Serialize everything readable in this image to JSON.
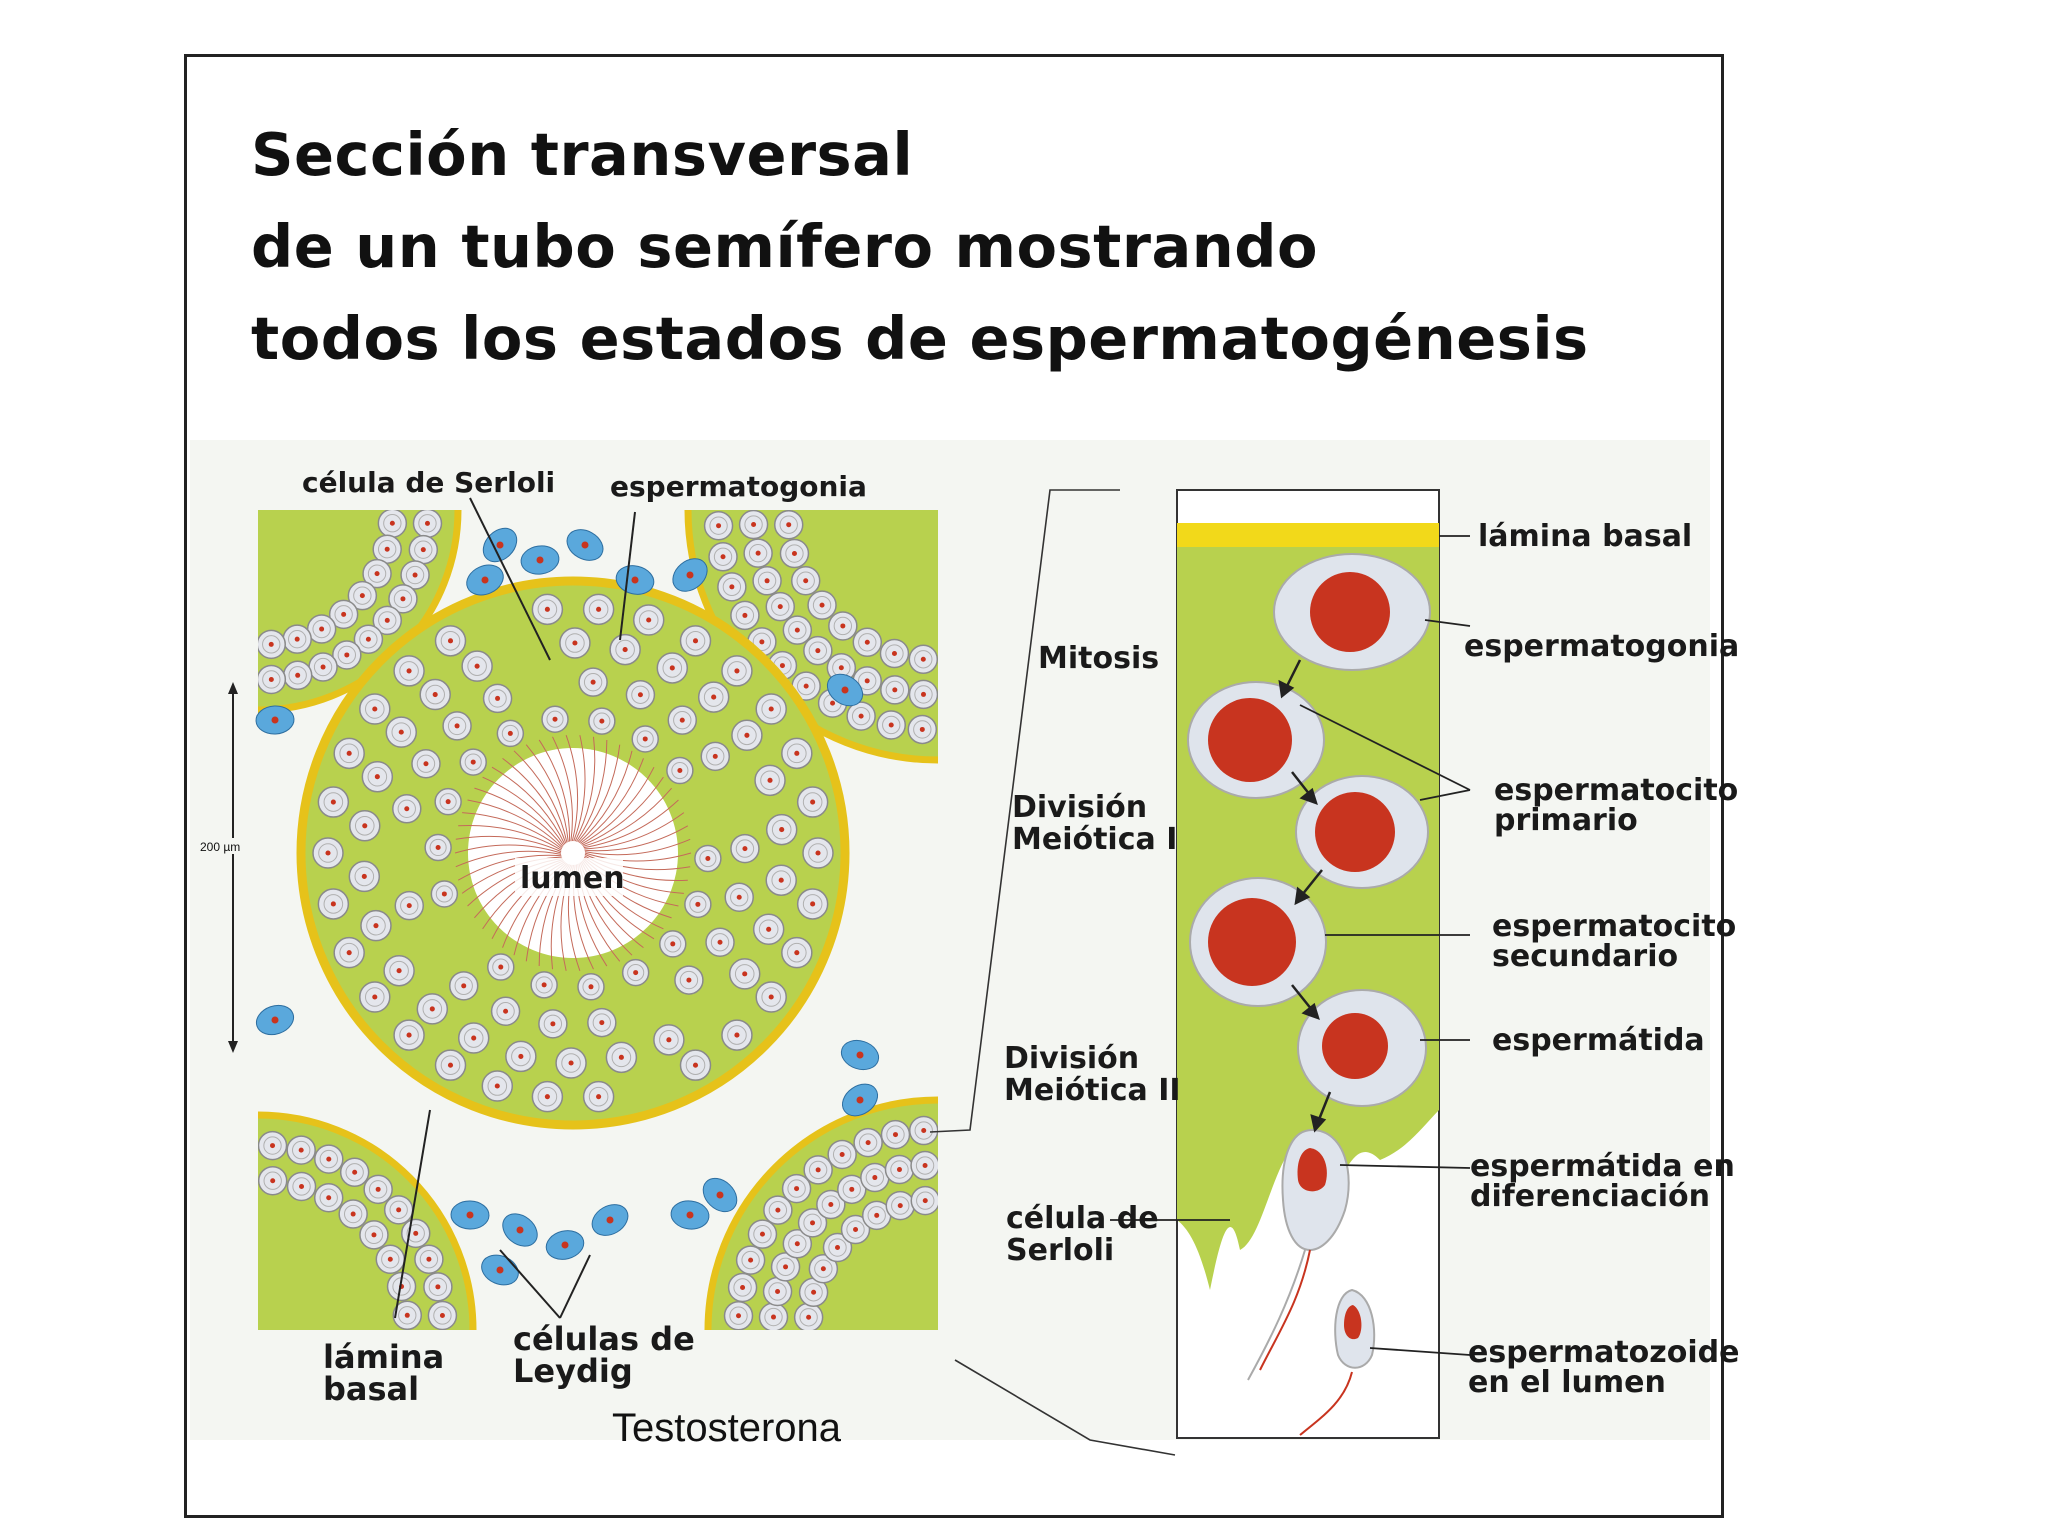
{
  "title": {
    "line1": "Sección transversal",
    "line2": "de un tubo semífero mostrando",
    "line3": "todos los estados de espermatogénesis"
  },
  "cross_section": {
    "labels": {
      "sertoli": "célula de Serloli",
      "spermatogonia": "espermatogonia",
      "lumen": "lumen",
      "scale": "200 µm",
      "basal_line1": "lámina",
      "basal_line2": "basal",
      "leydig_line1": "células de",
      "leydig_line2": "Leydig"
    }
  },
  "detail": {
    "stages": {
      "mitosis": "Mitosis",
      "meiosis1_line1": "División",
      "meiosis1_line2": "Meiótica I",
      "meiosis2_line1": "División",
      "meiosis2_line2": "Meiótica II",
      "sertoli_line1": "célula de",
      "sertoli_line2": "Serloli"
    },
    "cells": {
      "basal": "lámina basal",
      "spermatogonia": "espermatogonia",
      "primary_line1": "espermatocito",
      "primary_line2": "primario",
      "secondary_line1": "espermatocito",
      "secondary_line2": "secundario",
      "spermatid": "espermátida",
      "diff_line1": "espermátida en",
      "diff_line2": "diferenciación",
      "sperm_line1": "espermatozoide",
      "sperm_line2": "en el lumen"
    }
  },
  "caption": "Testosterona",
  "colors": {
    "tissue": "#b8d14e",
    "membrane": "#e6c21a",
    "nucleus": "#c8341f",
    "cell": "#e4e6ec",
    "leydig": "#5aa8dc",
    "frame": "#222222"
  }
}
